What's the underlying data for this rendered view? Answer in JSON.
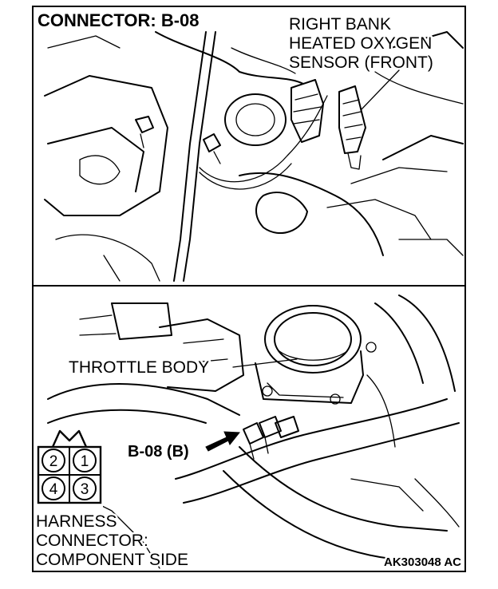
{
  "top_view": {
    "connector_title": "CONNECTOR: B-08",
    "sensor_label_lines": [
      "RIGHT BANK",
      "HEATED OXYGEN",
      "SENSOR (FRONT)"
    ]
  },
  "bottom_view": {
    "throttle_label": "THROTTLE BODY",
    "connector_pointer_label": "B-08 (B)",
    "pin_numbers": [
      "2",
      "1",
      "4",
      "3"
    ],
    "harness_label_lines": [
      "HARNESS",
      "CONNECTOR:",
      "COMPONENT SIDE"
    ],
    "figure_code": "AK303048 AC"
  }
}
